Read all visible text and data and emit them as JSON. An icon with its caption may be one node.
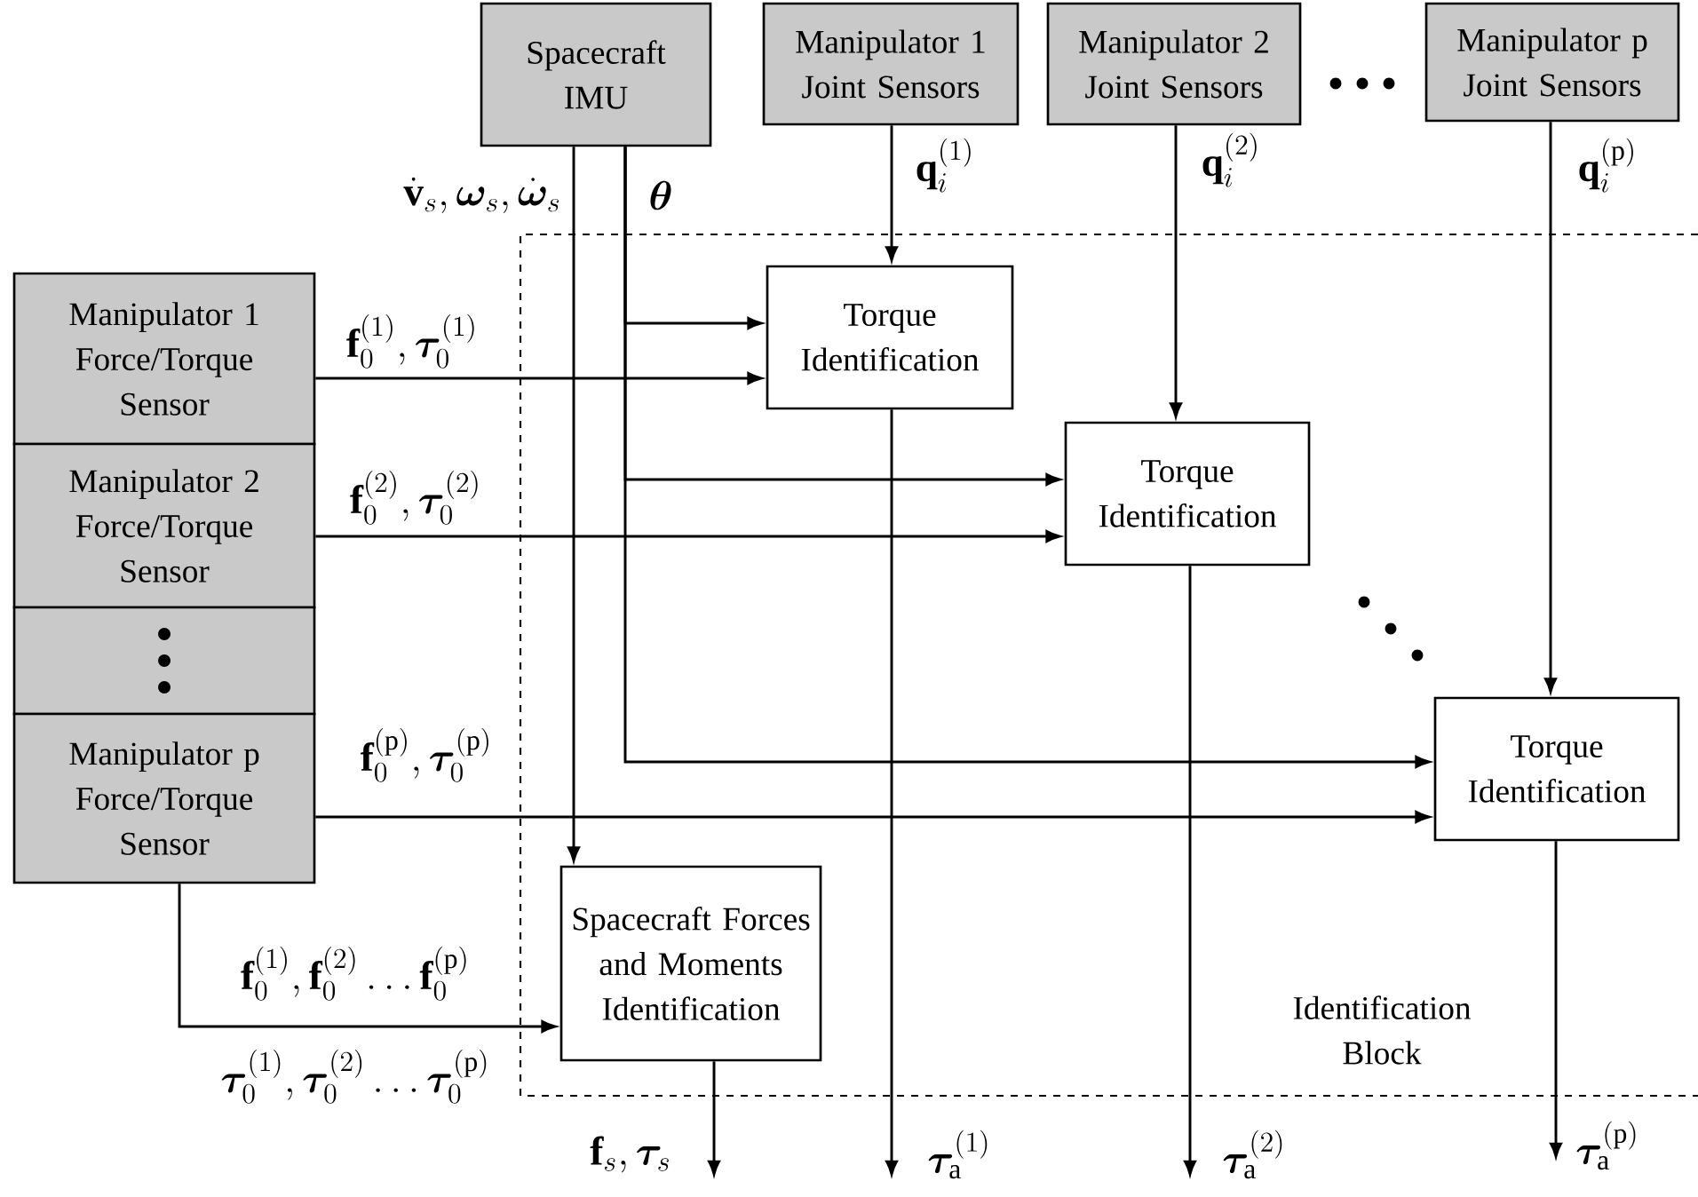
{
  "diagram": {
    "nodes": [
      {
        "text": [
          "Spacecraft IMU"
        ]
      },
      {
        "text": [
          "Manipulator 1 Joint Sensors"
        ]
      },
      {
        "text": [
          "Manipulator 2 Joint Sensors"
        ]
      },
      {
        "text": [
          "Manipulator p Joint Sensors"
        ]
      },
      {
        "text": [
          "Manipulator 1 Force/Torque Sensor"
        ]
      },
      {
        "text": [
          "Manipulator 2 Force/Torque Sensor"
        ]
      },
      {
        "text": [],
        "shape": "box"
      },
      {
        "text": [
          "Manipulator p Force/Torque Sensor"
        ]
      },
      {
        "text": [
          "Identification Block"
        ]
      },
      {
        "text": [
          "Torque Identification"
        ],
        "in": 8
      },
      {
        "text": [
          "Torque Identification"
        ],
        "in": 8
      },
      {
        "text": [
          "Torque Identification"
        ],
        "in": 8
      },
      {
        "text": [
          "Spacecraft Forces and Moments Identification"
        ],
        "in": 8
      }
    ],
    "edges": [
      {
        "from": 0,
        "to": 12,
        "arrow": "to",
        "label": "\\dot{\\mathbf{v}}_s, \\bm{\\omega}_s, \\dot{\\bm{\\omega}}_s"
      },
      {
        "from": 0,
        "to": 9,
        "arrow": "to",
        "label": "\\bm{\\theta}"
      },
      {
        "from": 0,
        "to": 10,
        "arrow": "to"
      },
      {
        "from": 0,
        "to": 11,
        "arrow": "to"
      },
      {
        "from": 1,
        "to": 9,
        "arrow": "to",
        "label": "\\mathbf{q}_i^{(1)}"
      },
      {
        "from": 2,
        "to": 10,
        "arrow": "to",
        "label": "\\mathbf{q}_i^{(2)}"
      },
      {
        "from": 3,
        "to": 11,
        "arrow": "to",
        "label": "\\mathbf{q}_i^{(\\mathrm{p})}"
      },
      {
        "from": 4,
        "to": 9,
        "arrow": "to",
        "label": "\\mathbf{f}_0^{(1)}, \\bm{\\tau}_0^{(1)}"
      },
      {
        "from": 5,
        "to": 10,
        "arrow": "to",
        "label": "\\mathbf{f}_0^{(2)}, \\bm{\\tau}_0^{(2)}"
      },
      {
        "from": 7,
        "to": 11,
        "arrow": "to",
        "label": "\\mathbf{f}_0^{(\\mathrm{p})}, \\bm{\\tau}_0^{(\\mathrm{p})}"
      },
      {
        "from": 7,
        "to": 12,
        "arrow": "to",
        "label": "\\mathbf{f}_0^{(1)}, \\mathbf{f}_0^{(2)} \\ldots \\mathbf{f}_0^{(\\mathrm{p})}"
      },
      {
        "from": 12,
        "to": null,
        "arrow": "to",
        "label": "\\mathbf{f}_s, \\bm{\\tau}_s"
      },
      {
        "from": 9,
        "to": null,
        "arrow": "to",
        "label": "\\bm{\\tau}_\\mathrm{a}^{(1)}"
      },
      {
        "from": 10,
        "to": null,
        "arrow": "to",
        "label": "\\bm{\\tau}_\\mathrm{a}^{(2)}"
      },
      {
        "from": 11,
        "to": null,
        "arrow": "to",
        "label": "\\bm{\\tau}_\\mathrm{a}^{(\\mathrm{p})}"
      }
    ],
    "labels": [
      "\\bm{\\tau}_0^{(1)}, \\bm{\\tau}_0^{(2)} \\ldots \\bm{\\tau}_0^{(\\mathrm{p})}"
    ]
  }
}
